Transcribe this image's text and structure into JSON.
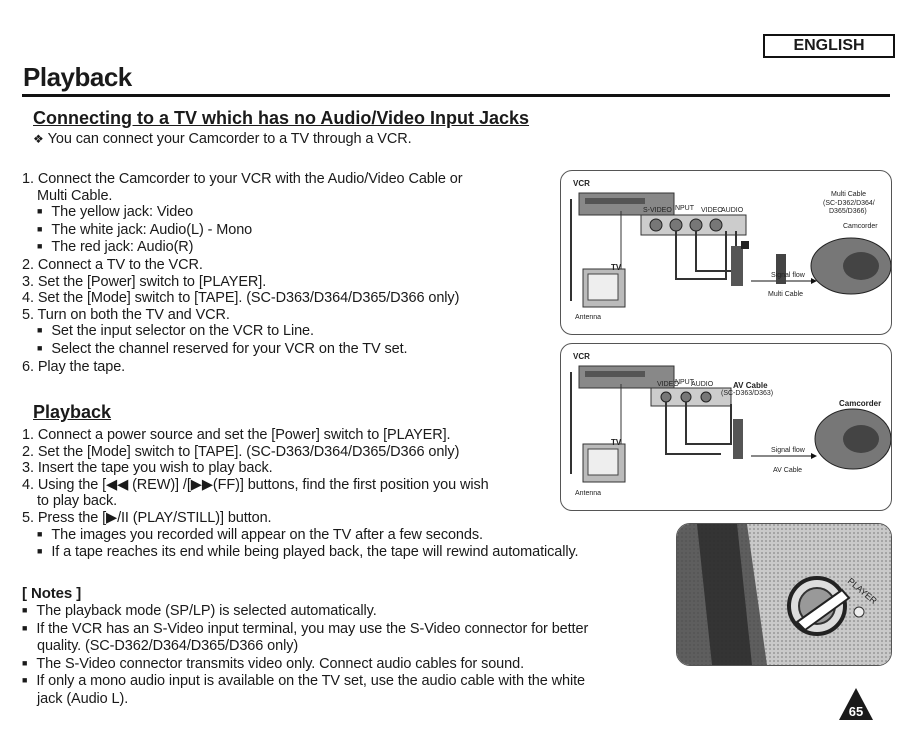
{
  "header": {
    "language": "ENGLISH",
    "title": "Playback"
  },
  "section1": {
    "heading": "Connecting to a TV which has no Audio/Video Input Jacks",
    "intro": "You can connect your Camcorder to a TV through a VCR.",
    "steps": [
      "1. Connect the Camcorder to your VCR with the Audio/Video Cable or",
      "Multi Cable.",
      "The yellow jack: Video",
      "The white jack: Audio(L) - Mono",
      "The red jack: Audio(R)",
      "2. Connect a TV to the VCR.",
      "3. Set the [Power] switch to [PLAYER].",
      "4. Set the [Mode] switch to [TAPE]. (SC-D363/D364/D365/D366 only)",
      "5. Turn on both the TV and VCR.",
      "Set the input selector on the VCR to Line.",
      "Select the channel reserved for your VCR on the TV set.",
      "6. Play the tape."
    ]
  },
  "section2": {
    "heading": "Playback",
    "steps": [
      "1. Connect a power source and set the [Power] switch to [PLAYER].",
      "2. Set the [Mode] switch to [TAPE]. (SC-D363/D364/D365/D366 only)",
      "3. Insert the tape you wish to play back.",
      "4. Using the [◀◀ (REW)] /[▶▶(FF)] buttons, find the first position you wish",
      "to play back.",
      "5. Press the [▶/II (PLAY/STILL)] button.",
      "The images you recorded will appear on the TV after a few seconds.",
      "If a tape reaches its end while being played back, the tape will rewind automatically."
    ]
  },
  "notes": {
    "heading": "[ Notes ]",
    "items": [
      "The playback mode (SP/LP) is selected automatically.",
      "If the VCR has an S-Video input terminal, you may use the S-Video connector for better",
      "quality. (SC-D362/D364/D365/D366 only)",
      "The S-Video connector transmits video only. Connect audio cables for sound.",
      "If only a mono audio input is available on the TV set, use the audio cable with the white",
      "jack (Audio L)."
    ]
  },
  "diagram1": {
    "vcr": "VCR",
    "tv": "TV",
    "input": "INPUT",
    "video": "VIDEO",
    "svideo": "S-VIDEO",
    "audio": "AUDIO",
    "cable_label": "Multi Cable",
    "cable_models": "(SC-D362/D364/",
    "cable_models2": "D365/D366)",
    "camcorder": "Camcorder",
    "signal": "Signal flow",
    "cable_bottom": "Multi Cable",
    "antenna": "Antenna"
  },
  "diagram2": {
    "vcr": "VCR",
    "tv": "TV",
    "input": "INPUT",
    "video": "VIDEO",
    "audio": "AUDIO",
    "cable_label": "AV Cable",
    "cable_models": "(SC-D363/D363)",
    "camcorder": "Camcorder",
    "signal": "Signal flow",
    "cable_bottom": "AV Cable",
    "antenna": "Antenna"
  },
  "page_number": "65"
}
